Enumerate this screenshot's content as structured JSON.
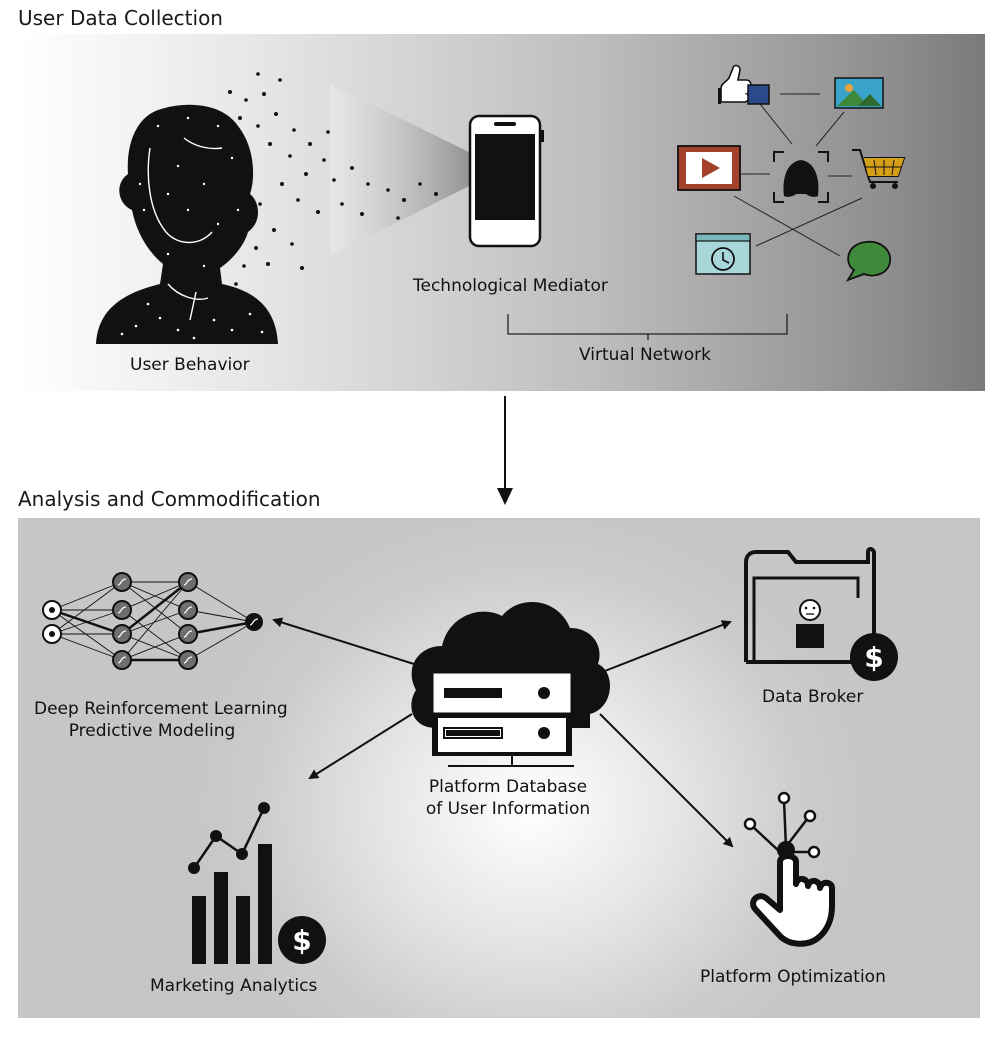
{
  "section1": {
    "title": "User Data Collection",
    "user_behavior_label": "User Behavior",
    "mediator_label": "Technological Mediator",
    "network_label": "Virtual Network",
    "network_icons": [
      "thumbs-up-icon",
      "image-icon",
      "video-play-icon",
      "user-face-icon",
      "shopping-cart-icon",
      "history-clock-icon",
      "chat-bubble-icon"
    ]
  },
  "section2": {
    "title": "Analysis and Commodification",
    "database_label_line1": "Platform Database",
    "database_label_line2": "of User Information",
    "drl_label_line1": "Deep Reinforcement Learning",
    "drl_label_line2": "Predictive Modeling",
    "broker_label": "Data Broker",
    "marketing_label": "Marketing Analytics",
    "optimization_label": "Platform Optimization",
    "dollar_symbol": "$"
  },
  "colors": {
    "ink": "#111111",
    "like_blue": "#2a4a8a",
    "video_red": "#a4412a",
    "chat_green": "#3f8a3a",
    "cart_gold": "#d4a017",
    "clock_teal": "#a9d6d8",
    "image_sky": "#3aa3c9",
    "image_sun": "#e8a33a",
    "image_hill": "#3f8a3a"
  }
}
